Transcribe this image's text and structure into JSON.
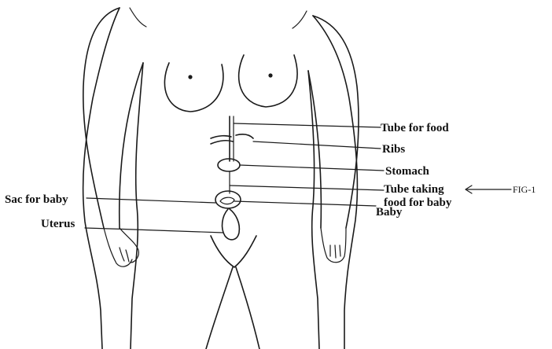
{
  "labels": {
    "tube_for_food": "Tube for food",
    "ribs": "Ribs",
    "stomach": "Stomach",
    "tube_taking_line1": "Tube taking",
    "tube_taking_line2": "food for baby",
    "baby": "Baby",
    "sac_for_baby": "Sac for baby",
    "uterus": "Uterus",
    "figure_id": "FIG-1"
  }
}
